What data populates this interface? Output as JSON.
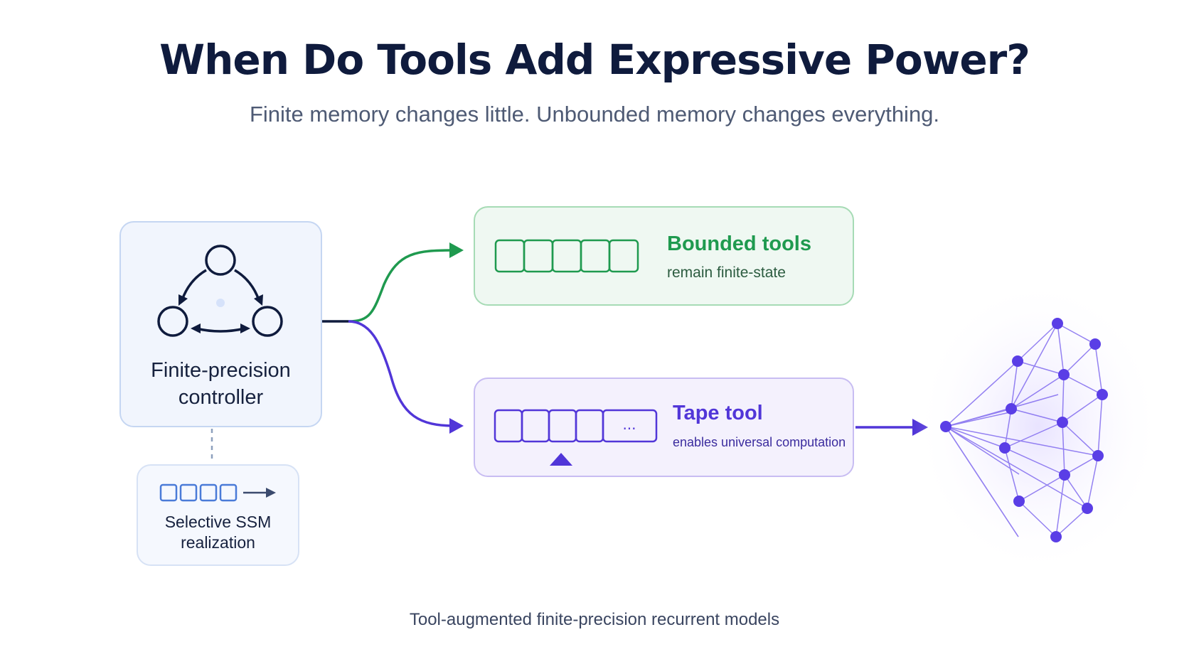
{
  "title": "When Do Tools Add Expressive Power?",
  "subtitle": "Finite memory changes little. Unbounded memory changes everything.",
  "controller": {
    "label_line1": "Finite-precision",
    "label_line2": "controller"
  },
  "ssm": {
    "label_line1": "Selective SSM",
    "label_line2": "realization"
  },
  "bounded": {
    "title": "Bounded tools",
    "subtitle": "remain finite-state"
  },
  "tape": {
    "title": "Tape tool",
    "subtitle": "enables universal computation",
    "ellipsis": "..."
  },
  "caption": "Tool-augmented finite-precision recurrent models",
  "colors": {
    "navy": "#0f1b3d",
    "green": "#1f9a4f",
    "purple": "#5136d8",
    "blue": "#4a7bd8",
    "node": "#5a3ee6"
  },
  "icons": {
    "controller": "cycle-icon",
    "ssm": "ssm-tape-icon",
    "network": "network-graph-icon"
  }
}
